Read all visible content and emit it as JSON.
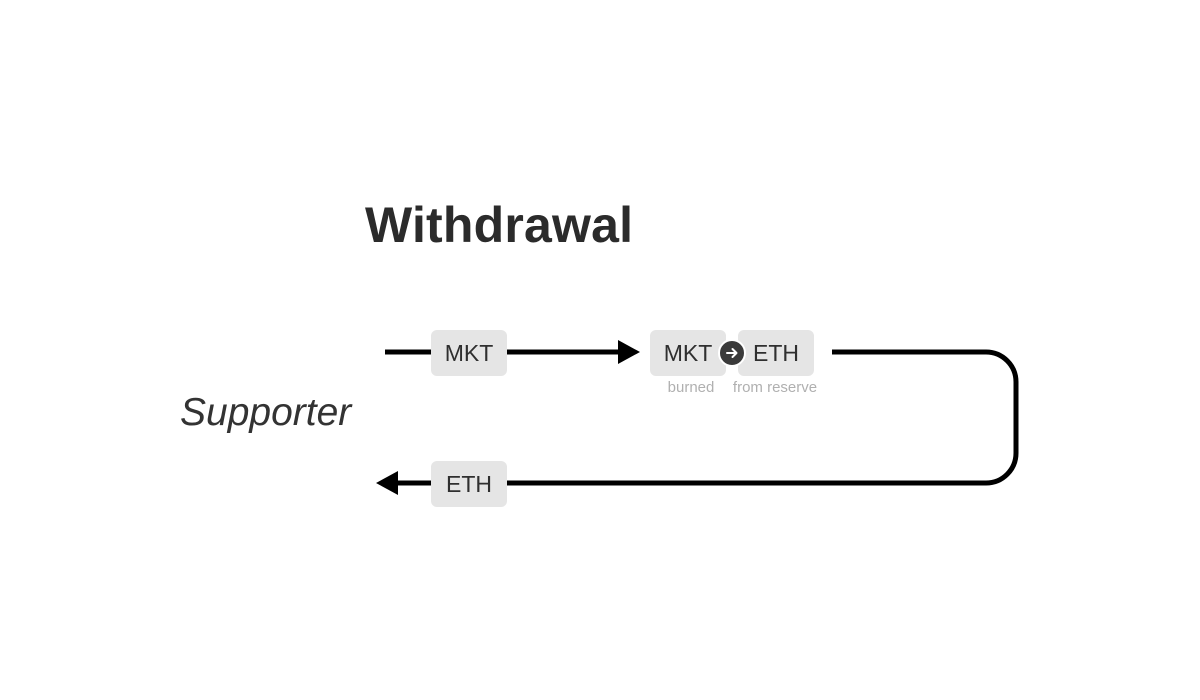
{
  "diagram": {
    "title": "Withdrawal",
    "actor": "Supporter",
    "tokens": {
      "mkt_in": "MKT",
      "mkt_burned": "MKT",
      "eth_reserve": "ETH",
      "eth_out": "ETH"
    },
    "captions": {
      "burned": "burned",
      "from_reserve": "from reserve"
    },
    "icons": {
      "swap": "arrow-right-circle-icon",
      "outgoing": "arrow-right-icon",
      "incoming": "arrow-left-icon"
    },
    "colors": {
      "line": "#000000",
      "token_bg": "#e5e5e5",
      "text": "#2b2b2b",
      "caption": "#b0b0b0",
      "swap_icon_bg": "#3a3a3a"
    }
  }
}
